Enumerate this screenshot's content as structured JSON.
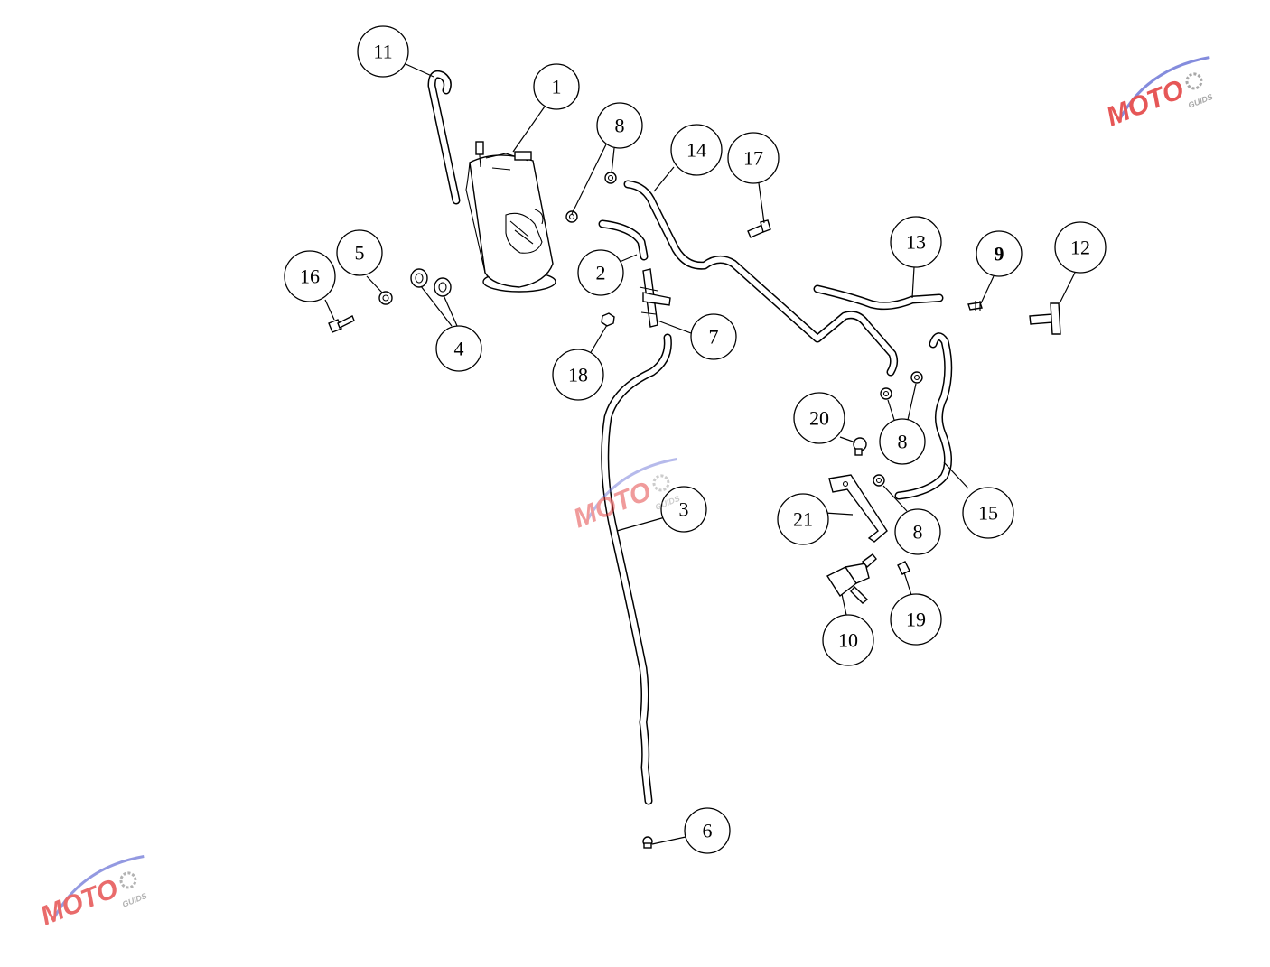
{
  "diagram": {
    "callouts": [
      "1",
      "2",
      "3",
      "4",
      "5",
      "6",
      "7",
      "8",
      "9",
      "10",
      "11",
      "12",
      "13",
      "14",
      "15",
      "16",
      "17",
      "18",
      "19",
      "20",
      "21"
    ],
    "watermark": {
      "brand": "MOTO",
      "sub": "GUIDS",
      "colors": {
        "red": "#e23a3a",
        "blue": "#6f78d8",
        "gear": "#9a9a9a"
      }
    }
  }
}
